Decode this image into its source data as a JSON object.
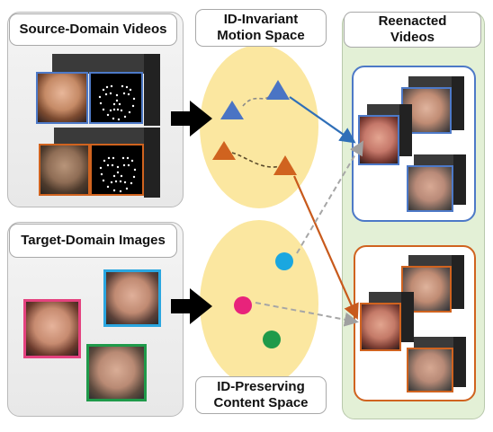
{
  "source_panel": {
    "title": "Source-Domain Videos"
  },
  "target_panel": {
    "title": "Target-Domain Images"
  },
  "motion_space": {
    "title": "ID-Invariant\nMotion Space"
  },
  "content_space": {
    "title": "ID-Preserving\nContent Space"
  },
  "output_panel": {
    "title": "Reenacted\nVideos"
  },
  "colors": {
    "triangle_blue": "#4a74c4",
    "triangle_orange": "#d0631f",
    "dot_cyan": "#1aa7e0",
    "dot_magenta": "#e8237b",
    "dot_green": "#1f9a4a",
    "ellipse_fill": "#fbe7a0",
    "green_panel": "#e3f0d6",
    "frame_blue": "#4d79c7",
    "frame_orange": "#d0631f",
    "frame_pink": "#e4427f",
    "frame_cyan": "#2aa6e0",
    "frame_green": "#1f9a4a"
  },
  "icons": [
    "right-arrow-icon",
    "face-landmark-icon",
    "face-thumbnail-icon",
    "video-cube-icon"
  ]
}
